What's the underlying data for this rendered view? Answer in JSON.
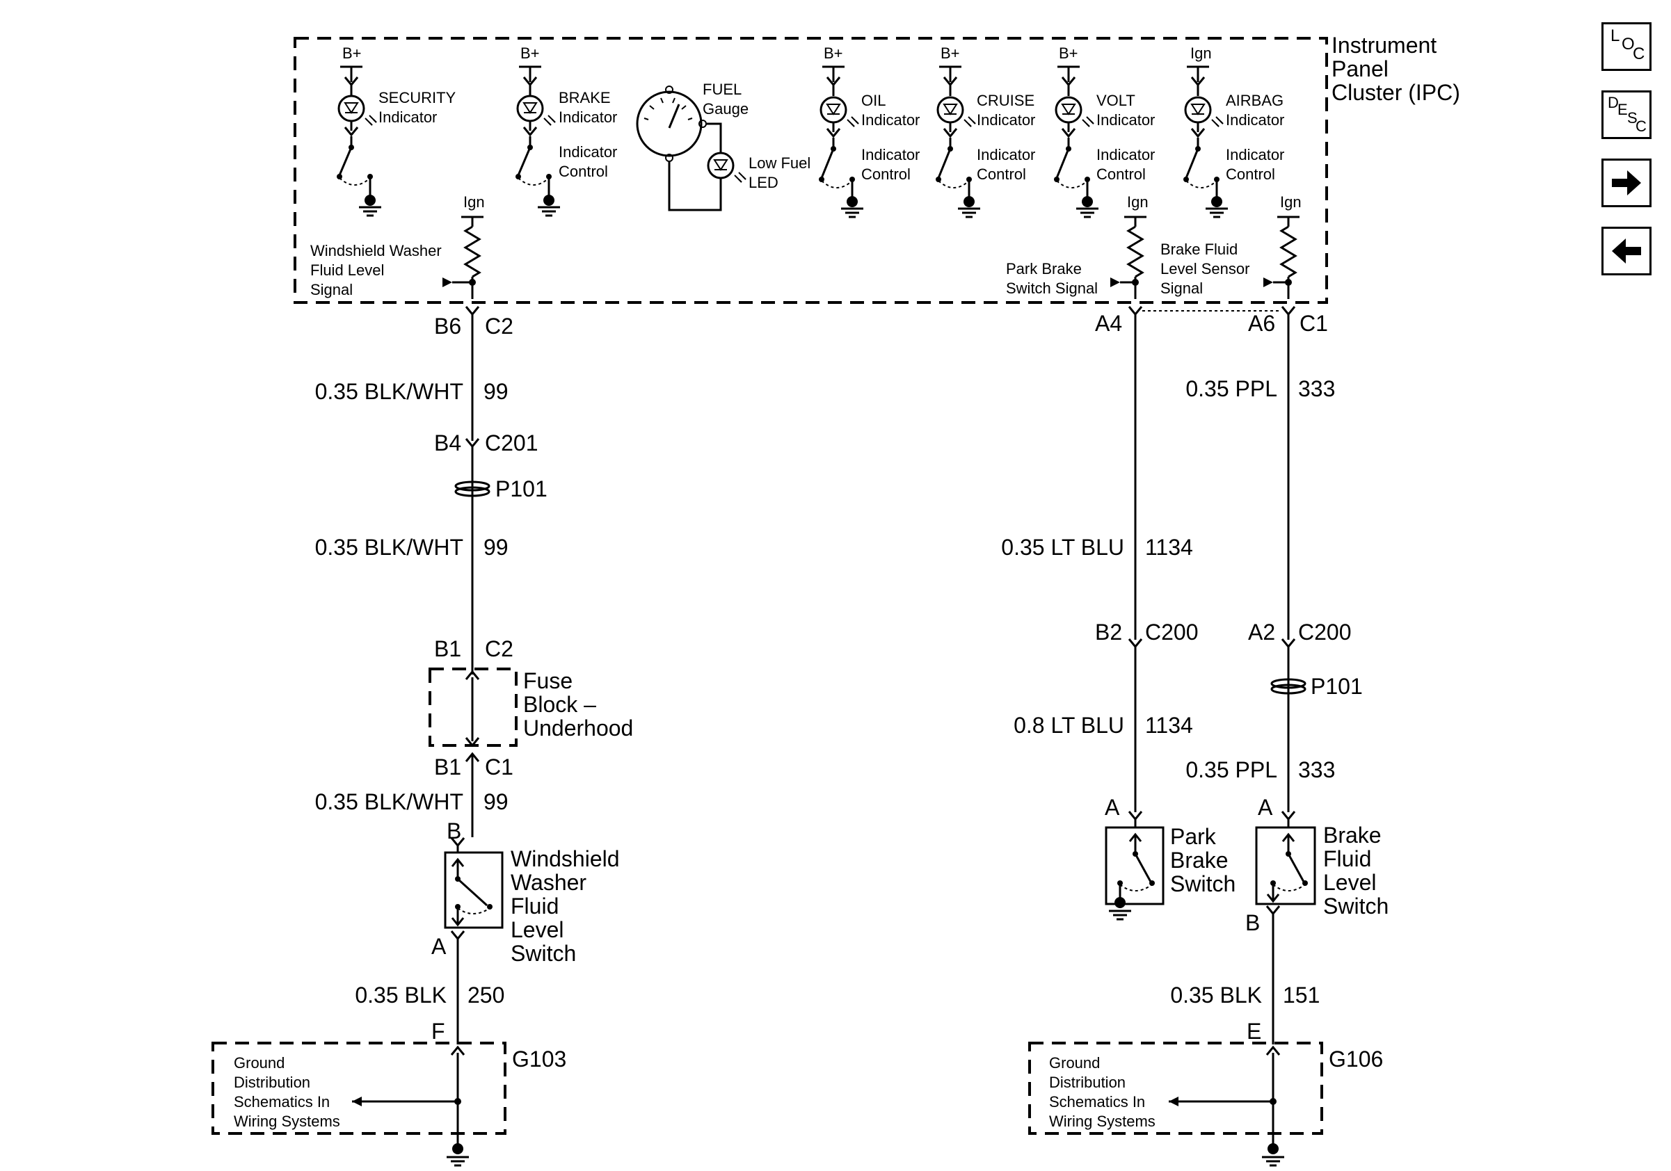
{
  "ipc": {
    "title_lines": [
      "Instrument",
      "Panel",
      "Cluster (IPC)"
    ],
    "indicators": [
      {
        "supply": "B+",
        "name": "SECURITY",
        "sub": "Indicator"
      },
      {
        "supply": "B+",
        "name": "BRAKE",
        "sub": "Indicator",
        "control": [
          "Indicator",
          "Control"
        ]
      },
      {
        "supply": "B+",
        "name": "OIL",
        "sub": "Indicator",
        "control": [
          "Indicator",
          "Control"
        ]
      },
      {
        "supply": "B+",
        "name": "CRUISE",
        "sub": "Indicator",
        "control": [
          "Indicator",
          "Control"
        ]
      },
      {
        "supply": "B+",
        "name": "VOLT",
        "sub": "Indicator",
        "control": [
          "Indicator",
          "Control"
        ]
      },
      {
        "supply": "Ign",
        "name": "AIRBAG",
        "sub": "Indicator",
        "control": [
          "Indicator",
          "Control"
        ]
      }
    ],
    "fuel_gauge": [
      "FUEL",
      "Gauge"
    ],
    "low_fuel_led": [
      "Low Fuel",
      "LED"
    ],
    "signals": {
      "washer": {
        "supply": "Ign",
        "lines": [
          "Windshield Washer",
          "Fluid Level",
          "Signal"
        ]
      },
      "park": {
        "supply": "Ign",
        "lines": [
          "Park Brake",
          "Switch Signal"
        ]
      },
      "brake_fluid": {
        "supply": "Ign",
        "lines": [
          "Brake Fluid",
          "Level Sensor",
          "Signal"
        ]
      }
    }
  },
  "left_circuit": {
    "ipc_pin": "B6",
    "ipc_conn": "C2",
    "wire1": {
      "gauge": "0.35 BLK/WHT",
      "circuit": "99"
    },
    "inline_pin": "B4",
    "inline_conn": "C201",
    "splice": "P101",
    "wire2": {
      "gauge": "0.35 BLK/WHT",
      "circuit": "99"
    },
    "fuse_in_pin": "B1",
    "fuse_in_conn": "C2",
    "fuse_block": [
      "Fuse",
      "Block –",
      "Underhood"
    ],
    "fuse_out_pin": "B1",
    "fuse_out_conn": "C1",
    "wire3": {
      "gauge": "0.35 BLK/WHT",
      "circuit": "99"
    },
    "switch_top_pin": "B",
    "switch": [
      "Windshield",
      "Washer",
      "Fluid",
      "Level",
      "Switch"
    ],
    "switch_bottom_pin": "A",
    "wire4": {
      "gauge": "0.35 BLK",
      "circuit": "250"
    },
    "ground_pin": "F",
    "ground": "G103",
    "ground_box": [
      "Ground",
      "Distribution",
      "Schematics In",
      "Wiring Systems"
    ]
  },
  "park_circuit": {
    "ipc_pin": "A4",
    "wire1": {
      "gauge": "0.35 LT BLU",
      "circuit": "1134"
    },
    "inline_pin": "B2",
    "inline_conn": "C200",
    "wire2": {
      "gauge": "0.8 LT BLU",
      "circuit": "1134"
    },
    "switch_pin": "A",
    "switch": [
      "Park",
      "Brake",
      "Switch"
    ]
  },
  "brake_fluid_circuit": {
    "ipc_pin": "A6",
    "ipc_conn": "C1",
    "wire1": {
      "gauge": "0.35 PPL",
      "circuit": "333"
    },
    "inline_pin": "A2",
    "inline_conn": "C200",
    "splice": "P101",
    "wire2": {
      "gauge": "0.35 PPL",
      "circuit": "333"
    },
    "switch_top_pin": "A",
    "switch": [
      "Brake",
      "Fluid",
      "Level",
      "Switch"
    ],
    "switch_bottom_pin": "B",
    "wire3": {
      "gauge": "0.35 BLK",
      "circuit": "151"
    },
    "ground_pin": "E",
    "ground": "G106",
    "ground_box": [
      "Ground",
      "Distribution",
      "Schematics In",
      "Wiring Systems"
    ]
  },
  "nav": {
    "loc": [
      "L",
      "O",
      "C"
    ],
    "desc": [
      "D",
      "E",
      "S",
      "C"
    ],
    "next_icon": "arrow-right-icon",
    "prev_icon": "arrow-left-icon"
  }
}
